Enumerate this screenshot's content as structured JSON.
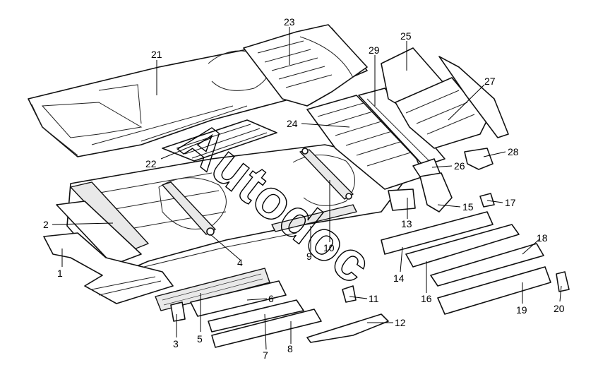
{
  "watermark": "Autodoc",
  "callouts": [
    {
      "id": "1",
      "label": "1"
    },
    {
      "id": "2",
      "label": "2"
    },
    {
      "id": "3",
      "label": "3"
    },
    {
      "id": "4",
      "label": "4"
    },
    {
      "id": "5",
      "label": "5"
    },
    {
      "id": "6",
      "label": "6"
    },
    {
      "id": "7",
      "label": "7"
    },
    {
      "id": "8",
      "label": "8"
    },
    {
      "id": "9",
      "label": "9"
    },
    {
      "id": "10",
      "label": "10"
    },
    {
      "id": "11",
      "label": "11"
    },
    {
      "id": "12",
      "label": "12"
    },
    {
      "id": "13",
      "label": "13"
    },
    {
      "id": "14",
      "label": "14"
    },
    {
      "id": "15",
      "label": "15"
    },
    {
      "id": "16",
      "label": "16"
    },
    {
      "id": "17",
      "label": "17"
    },
    {
      "id": "18",
      "label": "18"
    },
    {
      "id": "19",
      "label": "19"
    },
    {
      "id": "20",
      "label": "20"
    },
    {
      "id": "21",
      "label": "21"
    },
    {
      "id": "22",
      "label": "22"
    },
    {
      "id": "23",
      "label": "23"
    },
    {
      "id": "24",
      "label": "24"
    },
    {
      "id": "25",
      "label": "25"
    },
    {
      "id": "26",
      "label": "26"
    },
    {
      "id": "27",
      "label": "27"
    },
    {
      "id": "28",
      "label": "28"
    },
    {
      "id": "29",
      "label": "29"
    }
  ]
}
